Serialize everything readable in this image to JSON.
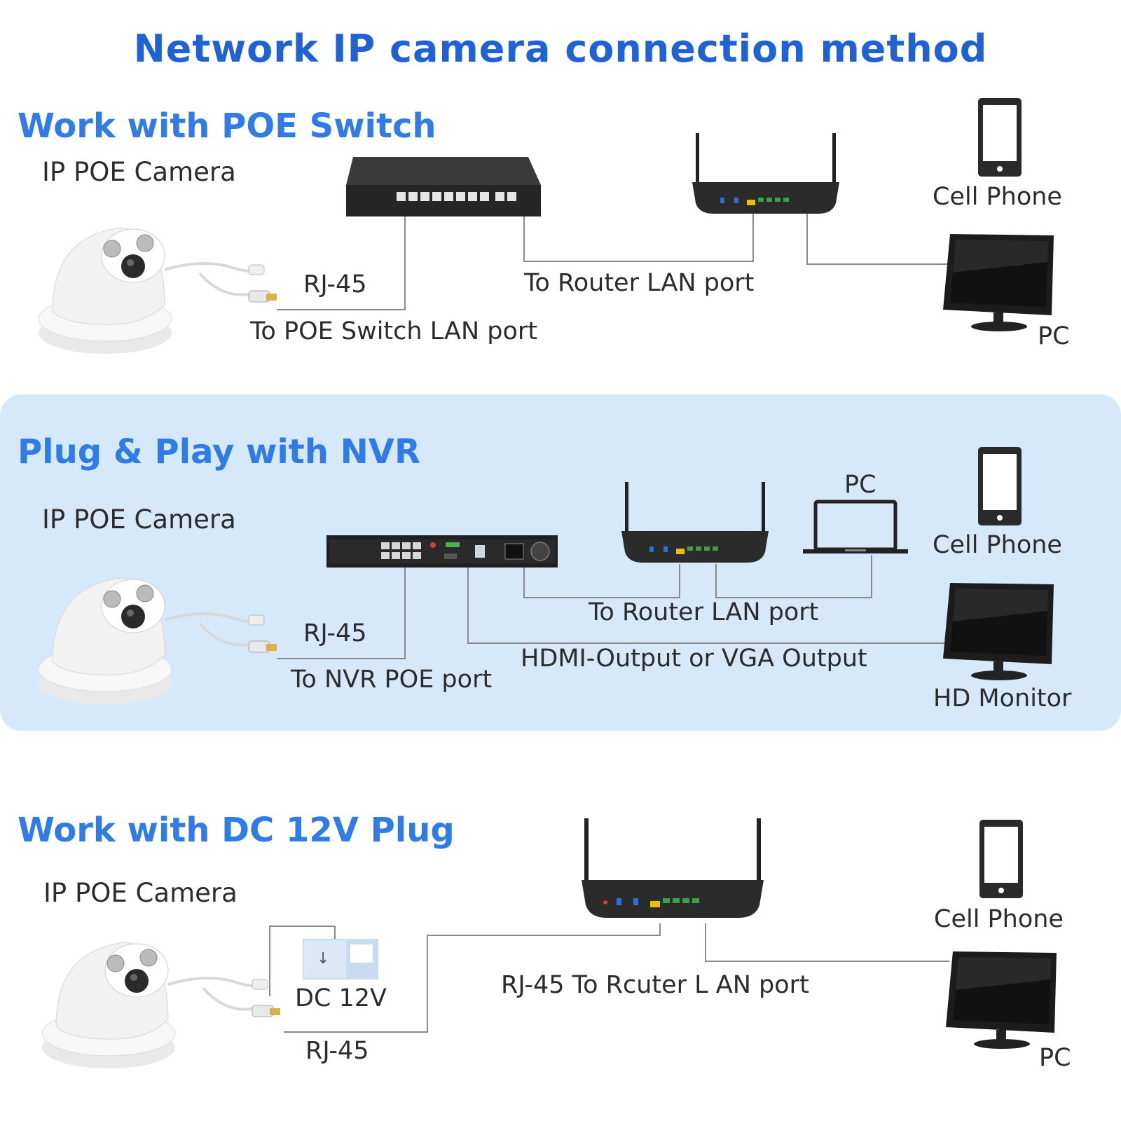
{
  "title": "Network IP camera connection method",
  "colors": {
    "title": "#1e62d6",
    "section_title": "#2f7be8",
    "panel_bg": "#d6e9fb",
    "text": "#2c2c2c"
  },
  "sections": [
    {
      "heading": "Work with POE Switch",
      "camera_label": "IP POE Camera",
      "rj45_label": "RJ-45",
      "camera_link_label": "To POE Switch LAN port",
      "router_link_label": "To Router LAN port",
      "phone_label": "Cell Phone",
      "pc_label": "PC"
    },
    {
      "heading": "Plug & Play with NVR",
      "camera_label": "IP POE Camera",
      "rj45_label": "RJ-45",
      "camera_link_label": "To NVR POE port",
      "router_link_label": "To Router LAN port",
      "laptop_label": "PC",
      "phone_label": "Cell Phone",
      "hdmi_label": "HDMI-Output or VGA Output",
      "monitor_label": "HD Monitor"
    },
    {
      "heading": "Work with DC 12V Plug",
      "camera_label": "IP POE Camera",
      "dc_label": "DC 12V",
      "rj45_label": "RJ-45",
      "router_link_label": "RJ-45 To Rcuter L AN port",
      "phone_label": "Cell Phone",
      "pc_label": "PC"
    }
  ],
  "icons": [
    "dome-camera-icon",
    "poe-switch-icon",
    "router-icon",
    "nvr-icon",
    "cell-phone-icon",
    "monitor-icon",
    "laptop-icon",
    "power-socket-icon"
  ]
}
